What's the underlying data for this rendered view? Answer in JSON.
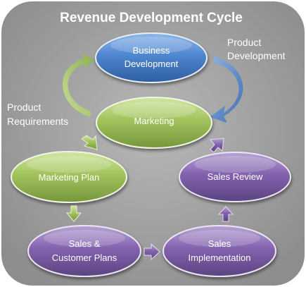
{
  "title": "Revenue Development Cycle",
  "nodes": {
    "business_development": [
      "Business",
      "Development"
    ],
    "marketing": [
      "Marketing"
    ],
    "marketing_plan": [
      "Marketing Plan"
    ],
    "sales_customer_plans": [
      "Sales &",
      "Customer Plans"
    ],
    "sales_implementation": [
      "Sales",
      "Implementation"
    ],
    "sales_review": [
      "Sales Review"
    ]
  },
  "side_labels": {
    "product_development": [
      "Product",
      "Development"
    ],
    "product_requirements": [
      "Product",
      "Requirements"
    ]
  },
  "colors": {
    "background": "#a6a6a6",
    "blue": "#4f81bd",
    "green": "#9bbb59",
    "purple": "#8064a2"
  }
}
